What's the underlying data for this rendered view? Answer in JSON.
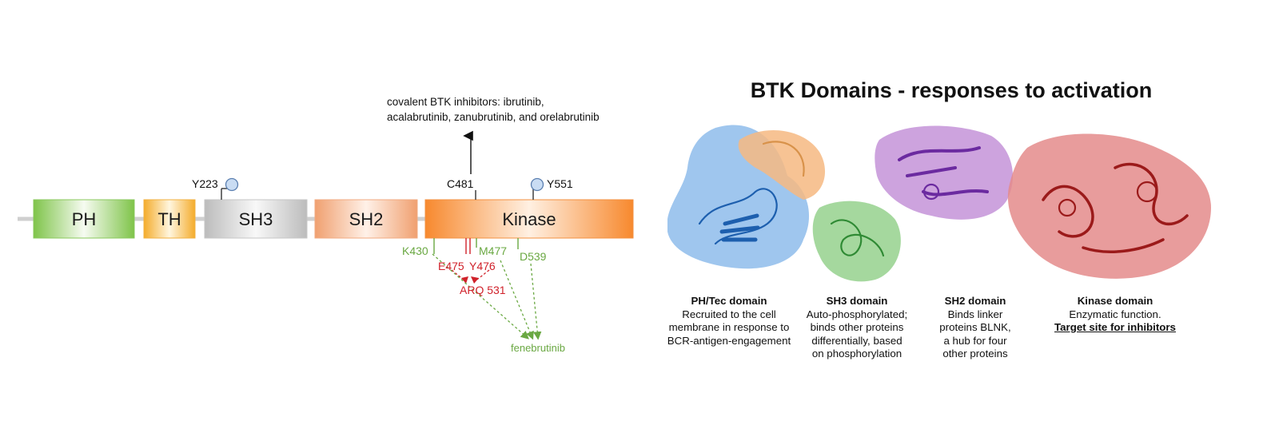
{
  "diagram": {
    "domains": [
      {
        "label": "PH",
        "color": "#7fc44a"
      },
      {
        "label": "TH",
        "color": "#f4ac2c"
      },
      {
        "label": "SH3",
        "color": "#bcbcbc"
      },
      {
        "label": "SH2",
        "color": "#f0a070"
      },
      {
        "label": "Kinase",
        "color": "#f7892e"
      }
    ],
    "phospho_sites": [
      "Y223",
      "Y551"
    ],
    "covalent_site": "C481",
    "annotation_lines": [
      "covalent  BTK inhibitors: ibrutinib,",
      "acalabrutinib,  zanubrutinib,  and  orelabrutinib"
    ],
    "residues_green": [
      "K430",
      "M477",
      "D539"
    ],
    "residues_red": [
      "E475",
      "Y476"
    ],
    "arq_label": "ARQ 531",
    "fenebrutinib_label": "fenebrutinib"
  },
  "panel": {
    "title": "BTK Domains - responses to activation",
    "captions": [
      {
        "heading": "PH/Tec domain",
        "lines": [
          "Recruited to the cell",
          "membrane in response to",
          "BCR-antigen-engagement"
        ]
      },
      {
        "heading": "SH3 domain",
        "lines": [
          "Auto-phosphorylated;",
          "binds other proteins",
          "differentially, based",
          "on phosphorylation"
        ]
      },
      {
        "heading": "SH2 domain",
        "lines": [
          "Binds linker",
          "proteins BLNK,",
          "a hub for four",
          "other proteins"
        ]
      },
      {
        "heading": "Kinase domain",
        "lines": [
          "Enzymatic function."
        ],
        "emphasis": "Target site for inhibitors"
      }
    ]
  }
}
